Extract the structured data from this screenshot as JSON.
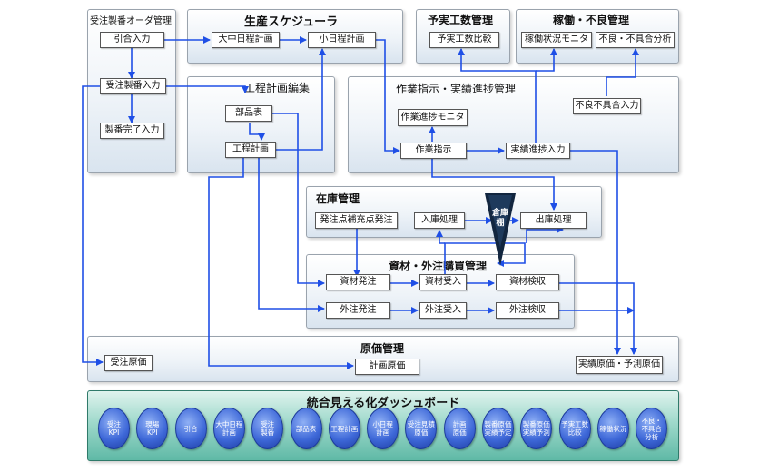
{
  "panels": {
    "order": "受注製番オーダ管理",
    "schedule": "生産スケジューラ",
    "budget": "予実工数管理",
    "operation": "稼働・不良管理",
    "process_edit": "工程計画編集",
    "work_progress": "作業指示・実績進捗管理",
    "inventory": "在庫管理",
    "purchase": "資材・外注購買管理",
    "cost": "原価管理"
  },
  "nodes": {
    "hikiai": "引合入力",
    "juchu_seiban": "受注製番入力",
    "seiban_kanryo": "製番完了入力",
    "daichu": "大中日程計画",
    "sho": "小日程計画",
    "yojitsu": "予実工数比較",
    "kado_monitor": "稼働状況モニタ",
    "furyo_analysis": "不良・不具合分析",
    "buhinhyo": "部品表",
    "koutei": "工程計画",
    "sagyo_monitor": "作業進捗モニタ",
    "sagyo_shiji": "作業指示",
    "jisseki": "実績進捗入力",
    "furyo_input": "不良不具合入力",
    "hatchu_ten": "発注点補充点発注",
    "nyuko": "入庫処理",
    "shukko": "出庫処理",
    "shizai_hatchu": "資材発注",
    "shizai_ukeire": "資材受入",
    "shizai_kenshu": "資材検収",
    "gaichu_hatchu": "外注発注",
    "gaichu_ukeire": "外注受入",
    "gaichu_kenshu": "外注検収",
    "juchu_genka": "受注原価",
    "keikaku_genka": "計画原価",
    "jisseki_genka": "実績原価・予測原価"
  },
  "warehouse_label": "倉庫棚",
  "dashboard": {
    "title": "統合見える化ダッシュボード",
    "items": [
      "受注\nKPI",
      "現場\nKPI",
      "引合",
      "大中日程\n計画",
      "受注\n製番",
      "部品表",
      "工程計画",
      "小日程\n計画",
      "受注見積\n原価",
      "計画\n原価",
      "製番原価\n実績予定",
      "製番原価\n実績予測",
      "予実工数\n比較",
      "稼働状況",
      "不良・\n不具合\n分析"
    ]
  },
  "colors": {
    "arrow": "#1f4fe6",
    "panel_border": "#9aa3ad",
    "dashboard": "#5fb9a6",
    "kpi": "#3e68d8"
  }
}
